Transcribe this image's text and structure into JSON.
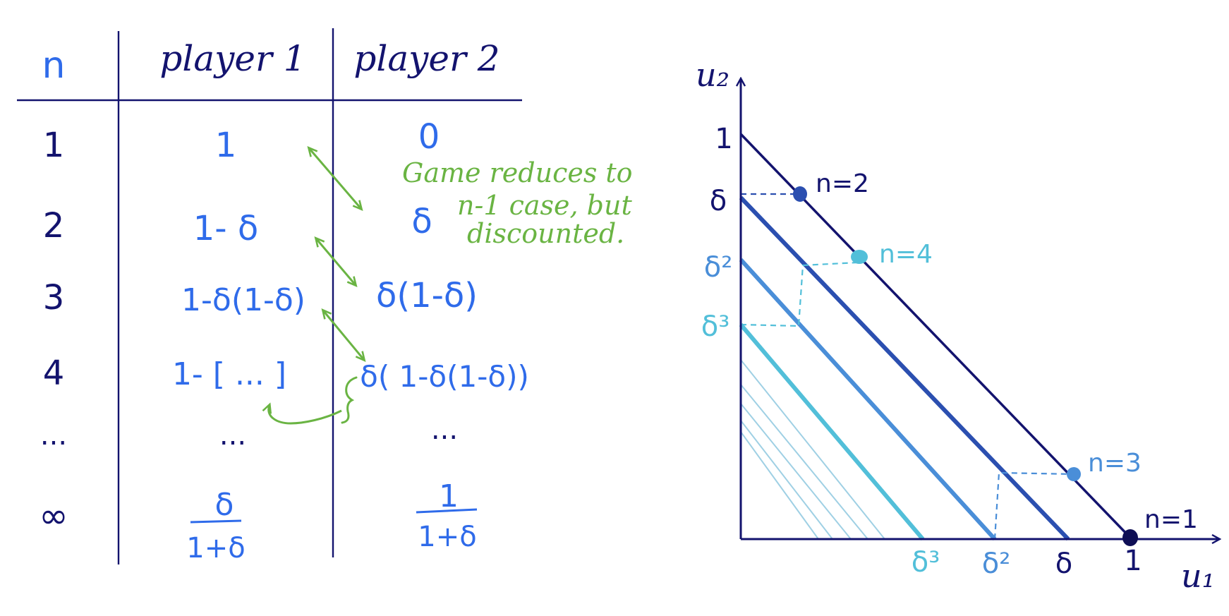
{
  "colors": {
    "navy": "#13136e",
    "blue": "#2f6bea",
    "blue_mid": "#2b4fb0",
    "blue_light": "#4a8ed8",
    "cyan": "#52bfd9",
    "green": "#6ab443",
    "faint": "#9fd0e4"
  },
  "table": {
    "headers": {
      "n": "n",
      "p1": "player 1",
      "p2": "player 2"
    },
    "rows": [
      {
        "n": "1",
        "p1": "1",
        "p2": "0"
      },
      {
        "n": "2",
        "p1": "1- δ",
        "p2": "δ"
      },
      {
        "n": "3",
        "p1": "1-δ(1-δ)",
        "p2": "δ(1-δ)"
      },
      {
        "n": "4",
        "p1": "1-  [ ... ]",
        "p2": "δ( 1-δ(1-δ))"
      },
      {
        "n": "...",
        "p1": "...",
        "p2": "..."
      },
      {
        "n": "∞",
        "p1_num": "δ",
        "p1_den": "1+δ",
        "p2_num": "1",
        "p2_den": "1+δ"
      }
    ],
    "note_line1": "Game reduces to",
    "note_line2": "n-1 case, but",
    "note_line3": "discounted."
  },
  "plot": {
    "y_axis_label": "u₂",
    "x_axis_label": "u₁",
    "y_ticks": [
      "1",
      "δ",
      "δ²",
      "δ³"
    ],
    "x_ticks": [
      "δ³",
      "δ²",
      "δ",
      "1"
    ],
    "points": [
      {
        "label": "n=1",
        "u1": 1,
        "u2": 0
      },
      {
        "label": "n=2",
        "u1": "1-δ",
        "u2": "δ"
      },
      {
        "label": "n=3",
        "u1": "1-δ(1-δ)",
        "u2": "δ(1-δ)"
      },
      {
        "label": "n=4",
        "u1": "1-δ(1-δ(1-δ))",
        "u2": "δ(1-δ(1-δ))"
      }
    ]
  }
}
